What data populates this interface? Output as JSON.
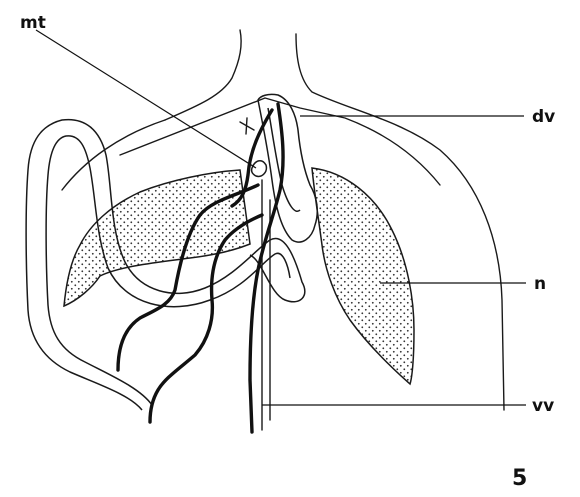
{
  "labels": {
    "mt": "mt",
    "dv": "dv",
    "n": "n",
    "vv": "vv"
  },
  "figure_number": "5"
}
